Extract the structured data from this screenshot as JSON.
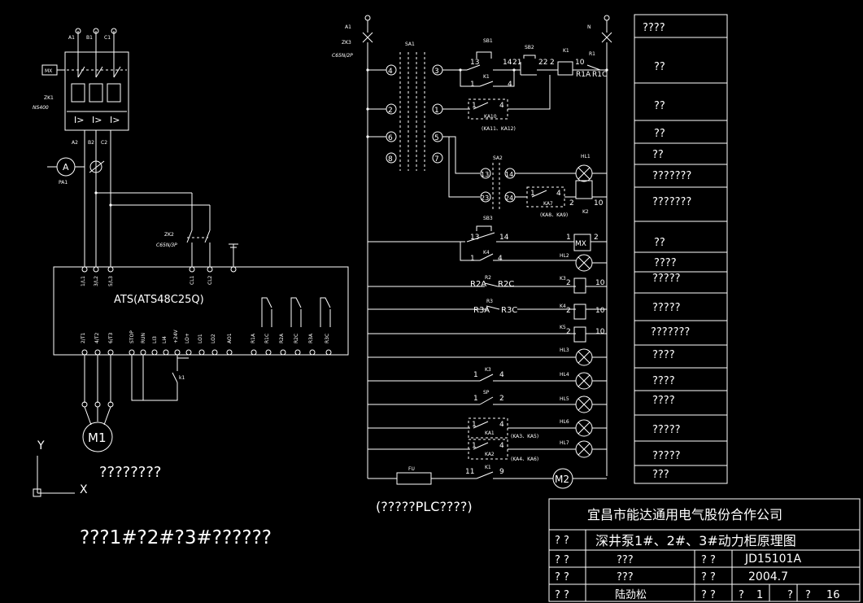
{
  "left_circuit": {
    "phases_top": [
      "A1",
      "B1",
      "C1"
    ],
    "mx_label": "MX",
    "zk1_label": "ZK1",
    "zk1_model": "NS400",
    "phases_mid": [
      "A2",
      "B2",
      "C2"
    ],
    "meter_a": "A",
    "pa1_label": "PA1",
    "zk2_label": "ZK2",
    "zk2_model": "C65N/3P",
    "ats_label": "ATS(ATS48C25Q)",
    "ats_top_terms": [
      "1/L1",
      "3/L2",
      "5/L3",
      "CL1",
      "CL2"
    ],
    "ats_bottom_terms": [
      "2/T1",
      "4/T2",
      "6/T3",
      "STOP",
      "RUN",
      "LI3",
      "LI4",
      "+24V",
      "LO+",
      "LO1",
      "LO2",
      "AO1"
    ],
    "relay_terms": [
      "R1A",
      "R1C",
      "R2A",
      "R2C",
      "R3A",
      "R3C"
    ],
    "k1_label": "k1",
    "motor_label": "M1",
    "axis_y": "Y",
    "axis_x": "X",
    "caption_small": "????????",
    "caption_main": "???1#?2#?3#??????"
  },
  "control_circuit": {
    "a1_label": "A1",
    "n_label": "N",
    "zk3_label": "ZK3",
    "zk3_model": "C65N/2P",
    "sa1_label": "SA1",
    "sb1_label": "SB1",
    "sb2_label": "SB2",
    "k1_label": "K1",
    "r1_label": "R1",
    "node_labels": [
      "4",
      "2",
      "6",
      "8",
      "3",
      "1",
      "5",
      "7"
    ],
    "row1_terms": [
      "13",
      "14",
      "21",
      "22",
      "2",
      "10",
      "R1A",
      "R1C"
    ],
    "k1_contact": [
      "1",
      "4"
    ],
    "ka10_label": "KA10",
    "ka10_note": "(KA11、KA12)",
    "sa2_label": "SA2",
    "hl1_label": "HL1",
    "sa2_terms": [
      "13",
      "14",
      "23",
      "24"
    ],
    "ka7_label": "KA7",
    "ka7_note": "(KA8、KA9)",
    "k2_label": "K2",
    "sb3_label": "SB3",
    "sb3_terms": [
      "13",
      "14"
    ],
    "k4_label": "K4",
    "mx_label": "MX",
    "hl2_label": "HL2",
    "r2_row": [
      "R2A",
      "R2",
      "R2C"
    ],
    "r3_row": [
      "R3A",
      "R3",
      "R3C"
    ],
    "k3_label": "K3",
    "k4b_label": "K4",
    "k5_label": "K5",
    "hl3_label": "HL3",
    "hl4_label": "HL4",
    "hl5_label": "HL5",
    "hl6_label": "HL6",
    "hl7_label": "HL7",
    "sp_label": "SP",
    "ka1_label": "KA1",
    "ka1_note": "(KA3、KA5)",
    "ka2_label": "KA2",
    "ka2_note": "(KA4、KA6)",
    "fu_label": "FU",
    "k1b_label": "K1",
    "m2_label": "M2",
    "caption": "(?????PLC????)",
    "coil_terms": [
      "2",
      "10"
    ]
  },
  "function_table": [
    "????",
    "??",
    "??",
    "??",
    "??",
    "???????",
    "???????",
    "??",
    "????",
    "?????",
    "?????",
    "???????",
    "????",
    "????",
    "????",
    "?????",
    "?????",
    "???"
  ],
  "title_block": {
    "company": "宜昌市能达通用电气股份合作公司",
    "drawing_title": "深井泵1#、2#、3#动力柜原理图",
    "row_labels": [
      "? ?",
      "? ?",
      "? ?",
      "? ?"
    ],
    "r2_value": "???",
    "r2_label2": "? ?",
    "code": "JD15101A",
    "r3_value": "???",
    "r3_label2": "? ?",
    "date": "2004.7",
    "designer": "陆劲松",
    "r4_label2": "? ?",
    "sheet_cells": [
      "?",
      "1",
      "?",
      "?",
      "16"
    ]
  }
}
